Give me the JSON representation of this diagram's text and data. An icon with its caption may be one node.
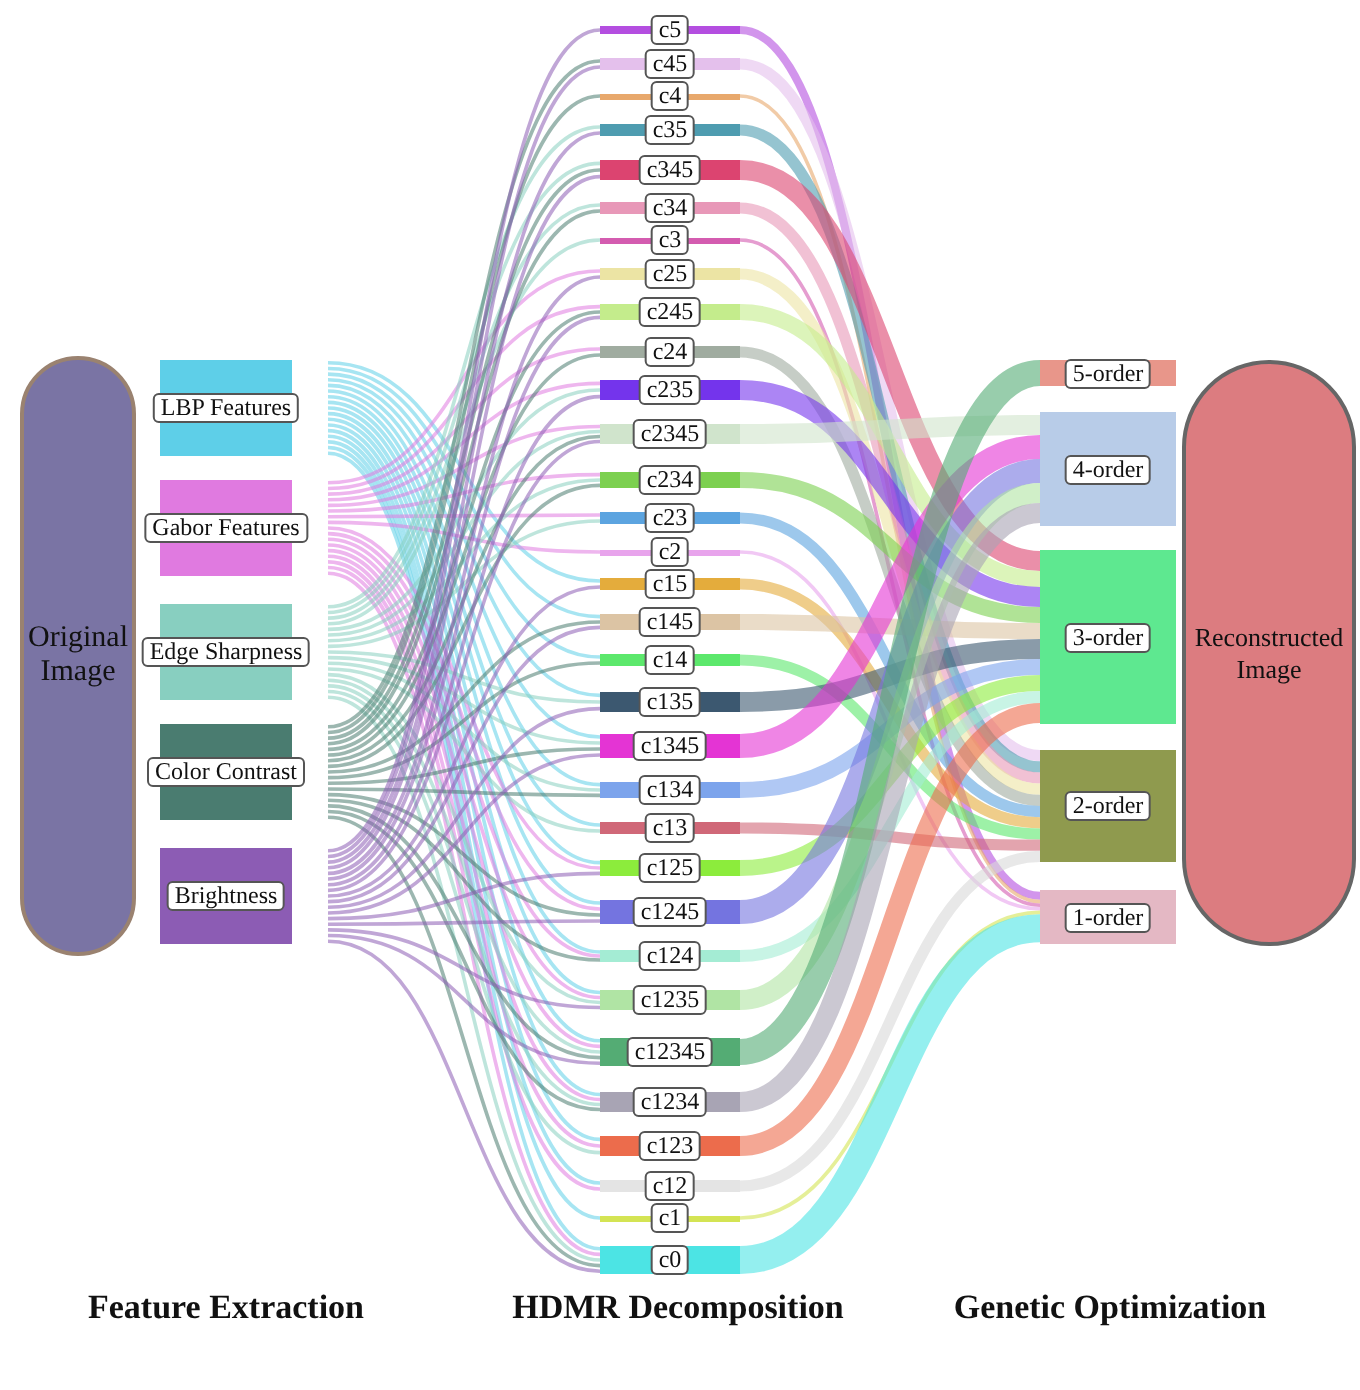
{
  "diagram": {
    "nodes": [
      {
        "text": [
          "Original Image"
        ]
      },
      {
        "text": [
          "LBP Features"
        ]
      },
      {
        "text": [
          "Gabor Features"
        ]
      },
      {
        "text": [
          "Edge Sharpness"
        ]
      },
      {
        "text": [
          "Color Contrast"
        ]
      },
      {
        "text": [
          "Brightness"
        ]
      },
      {
        "text": [
          "c5"
        ]
      },
      {
        "text": [
          "c45"
        ]
      },
      {
        "text": [
          "c4"
        ]
      },
      {
        "text": [
          "c35"
        ]
      },
      {
        "text": [
          "c345"
        ]
      },
      {
        "text": [
          "c34"
        ]
      },
      {
        "text": [
          "c3"
        ]
      },
      {
        "text": [
          "c25"
        ]
      },
      {
        "text": [
          "c245"
        ]
      },
      {
        "text": [
          "c24"
        ]
      },
      {
        "text": [
          "c235"
        ]
      },
      {
        "text": [
          "c2345"
        ]
      },
      {
        "text": [
          "c234"
        ]
      },
      {
        "text": [
          "c23"
        ]
      },
      {
        "text": [
          "c2"
        ]
      },
      {
        "text": [
          "c15"
        ]
      },
      {
        "text": [
          "c145"
        ]
      },
      {
        "text": [
          "c14"
        ]
      },
      {
        "text": [
          "c135"
        ]
      },
      {
        "text": [
          "c1345"
        ]
      },
      {
        "text": [
          "c134"
        ]
      },
      {
        "text": [
          "c13"
        ]
      },
      {
        "text": [
          "c125"
        ]
      },
      {
        "text": [
          "c1245"
        ]
      },
      {
        "text": [
          "c124"
        ]
      },
      {
        "text": [
          "c1235"
        ]
      },
      {
        "text": [
          "c12345"
        ]
      },
      {
        "text": [
          "c1234"
        ]
      },
      {
        "text": [
          "c123"
        ]
      },
      {
        "text": [
          "c12"
        ]
      },
      {
        "text": [
          "c1"
        ]
      },
      {
        "text": [
          "c0"
        ]
      },
      {
        "text": [
          "5-order"
        ]
      },
      {
        "text": [
          "4-order"
        ]
      },
      {
        "text": [
          "3-order"
        ]
      },
      {
        "text": [
          "2-order"
        ]
      },
      {
        "text": [
          "1-order"
        ]
      },
      {
        "text": [
          "Reconstructed Image"
        ]
      }
    ],
    "edges": [
      {
        "from": 1,
        "to": 21,
        "arrow": "none",
        "color": "#5ecfe8"
      },
      {
        "from": 1,
        "to": 22,
        "arrow": "none",
        "color": "#5ecfe8"
      },
      {
        "from": 1,
        "to": 23,
        "arrow": "none",
        "color": "#5ecfe8"
      },
      {
        "from": 1,
        "to": 24,
        "arrow": "none",
        "color": "#5ecfe8"
      },
      {
        "from": 1,
        "to": 25,
        "arrow": "none",
        "color": "#5ecfe8"
      },
      {
        "from": 1,
        "to": 26,
        "arrow": "none",
        "color": "#5ecfe8"
      },
      {
        "from": 1,
        "to": 27,
        "arrow": "none",
        "color": "#5ecfe8"
      },
      {
        "from": 1,
        "to": 28,
        "arrow": "none",
        "color": "#5ecfe8"
      },
      {
        "from": 1,
        "to": 29,
        "arrow": "none",
        "color": "#5ecfe8"
      },
      {
        "from": 1,
        "to": 30,
        "arrow": "none",
        "color": "#5ecfe8"
      },
      {
        "from": 1,
        "to": 31,
        "arrow": "none",
        "color": "#5ecfe8"
      },
      {
        "from": 1,
        "to": 32,
        "arrow": "none",
        "color": "#5ecfe8"
      },
      {
        "from": 1,
        "to": 33,
        "arrow": "none",
        "color": "#5ecfe8"
      },
      {
        "from": 1,
        "to": 34,
        "arrow": "none",
        "color": "#5ecfe8"
      },
      {
        "from": 1,
        "to": 35,
        "arrow": "none",
        "color": "#5ecfe8"
      },
      {
        "from": 1,
        "to": 36,
        "arrow": "none",
        "color": "#5ecfe8"
      },
      {
        "from": 1,
        "to": 37,
        "arrow": "none",
        "color": "#5ecfe8"
      },
      {
        "from": 2,
        "to": 13,
        "arrow": "none",
        "color": "#e07ae0"
      },
      {
        "from": 2,
        "to": 14,
        "arrow": "none",
        "color": "#e07ae0"
      },
      {
        "from": 2,
        "to": 15,
        "arrow": "none",
        "color": "#e07ae0"
      },
      {
        "from": 2,
        "to": 16,
        "arrow": "none",
        "color": "#e07ae0"
      },
      {
        "from": 2,
        "to": 17,
        "arrow": "none",
        "color": "#e07ae0"
      },
      {
        "from": 2,
        "to": 18,
        "arrow": "none",
        "color": "#e07ae0"
      },
      {
        "from": 2,
        "to": 19,
        "arrow": "none",
        "color": "#e07ae0"
      },
      {
        "from": 2,
        "to": 20,
        "arrow": "none",
        "color": "#e07ae0"
      },
      {
        "from": 2,
        "to": 28,
        "arrow": "none",
        "color": "#e07ae0"
      },
      {
        "from": 2,
        "to": 29,
        "arrow": "none",
        "color": "#e07ae0"
      },
      {
        "from": 2,
        "to": 30,
        "arrow": "none",
        "color": "#e07ae0"
      },
      {
        "from": 2,
        "to": 31,
        "arrow": "none",
        "color": "#e07ae0"
      },
      {
        "from": 2,
        "to": 32,
        "arrow": "none",
        "color": "#e07ae0"
      },
      {
        "from": 2,
        "to": 33,
        "arrow": "none",
        "color": "#e07ae0"
      },
      {
        "from": 2,
        "to": 34,
        "arrow": "none",
        "color": "#e07ae0"
      },
      {
        "from": 2,
        "to": 35,
        "arrow": "none",
        "color": "#e07ae0"
      },
      {
        "from": 2,
        "to": 37,
        "arrow": "none",
        "color": "#e07ae0"
      },
      {
        "from": 3,
        "to": 9,
        "arrow": "none",
        "color": "#88cfc0"
      },
      {
        "from": 3,
        "to": 10,
        "arrow": "none",
        "color": "#88cfc0"
      },
      {
        "from": 3,
        "to": 11,
        "arrow": "none",
        "color": "#88cfc0"
      },
      {
        "from": 3,
        "to": 12,
        "arrow": "none",
        "color": "#88cfc0"
      },
      {
        "from": 3,
        "to": 16,
        "arrow": "none",
        "color": "#88cfc0"
      },
      {
        "from": 3,
        "to": 17,
        "arrow": "none",
        "color": "#88cfc0"
      },
      {
        "from": 3,
        "to": 18,
        "arrow": "none",
        "color": "#88cfc0"
      },
      {
        "from": 3,
        "to": 19,
        "arrow": "none",
        "color": "#88cfc0"
      },
      {
        "from": 3,
        "to": 24,
        "arrow": "none",
        "color": "#88cfc0"
      },
      {
        "from": 3,
        "to": 25,
        "arrow": "none",
        "color": "#88cfc0"
      },
      {
        "from": 3,
        "to": 26,
        "arrow": "none",
        "color": "#88cfc0"
      },
      {
        "from": 3,
        "to": 27,
        "arrow": "none",
        "color": "#88cfc0"
      },
      {
        "from": 3,
        "to": 31,
        "arrow": "none",
        "color": "#88cfc0"
      },
      {
        "from": 3,
        "to": 32,
        "arrow": "none",
        "color": "#88cfc0"
      },
      {
        "from": 3,
        "to": 33,
        "arrow": "none",
        "color": "#88cfc0"
      },
      {
        "from": 3,
        "to": 34,
        "arrow": "none",
        "color": "#88cfc0"
      },
      {
        "from": 3,
        "to": 37,
        "arrow": "none",
        "color": "#88cfc0"
      },
      {
        "from": 4,
        "to": 7,
        "arrow": "none",
        "color": "#4a7c70"
      },
      {
        "from": 4,
        "to": 8,
        "arrow": "none",
        "color": "#4a7c70"
      },
      {
        "from": 4,
        "to": 10,
        "arrow": "none",
        "color": "#4a7c70"
      },
      {
        "from": 4,
        "to": 11,
        "arrow": "none",
        "color": "#4a7c70"
      },
      {
        "from": 4,
        "to": 14,
        "arrow": "none",
        "color": "#4a7c70"
      },
      {
        "from": 4,
        "to": 15,
        "arrow": "none",
        "color": "#4a7c70"
      },
      {
        "from": 4,
        "to": 17,
        "arrow": "none",
        "color": "#4a7c70"
      },
      {
        "from": 4,
        "to": 18,
        "arrow": "none",
        "color": "#4a7c70"
      },
      {
        "from": 4,
        "to": 22,
        "arrow": "none",
        "color": "#4a7c70"
      },
      {
        "from": 4,
        "to": 23,
        "arrow": "none",
        "color": "#4a7c70"
      },
      {
        "from": 4,
        "to": 25,
        "arrow": "none",
        "color": "#4a7c70"
      },
      {
        "from": 4,
        "to": 26,
        "arrow": "none",
        "color": "#4a7c70"
      },
      {
        "from": 4,
        "to": 29,
        "arrow": "none",
        "color": "#4a7c70"
      },
      {
        "from": 4,
        "to": 30,
        "arrow": "none",
        "color": "#4a7c70"
      },
      {
        "from": 4,
        "to": 32,
        "arrow": "none",
        "color": "#4a7c70"
      },
      {
        "from": 4,
        "to": 33,
        "arrow": "none",
        "color": "#4a7c70"
      },
      {
        "from": 4,
        "to": 37,
        "arrow": "none",
        "color": "#4a7c70"
      },
      {
        "from": 5,
        "to": 6,
        "arrow": "none",
        "color": "#8c5cb4"
      },
      {
        "from": 5,
        "to": 7,
        "arrow": "none",
        "color": "#8c5cb4"
      },
      {
        "from": 5,
        "to": 9,
        "arrow": "none",
        "color": "#8c5cb4"
      },
      {
        "from": 5,
        "to": 10,
        "arrow": "none",
        "color": "#8c5cb4"
      },
      {
        "from": 5,
        "to": 13,
        "arrow": "none",
        "color": "#8c5cb4"
      },
      {
        "from": 5,
        "to": 14,
        "arrow": "none",
        "color": "#8c5cb4"
      },
      {
        "from": 5,
        "to": 16,
        "arrow": "none",
        "color": "#8c5cb4"
      },
      {
        "from": 5,
        "to": 17,
        "arrow": "none",
        "color": "#8c5cb4"
      },
      {
        "from": 5,
        "to": 21,
        "arrow": "none",
        "color": "#8c5cb4"
      },
      {
        "from": 5,
        "to": 22,
        "arrow": "none",
        "color": "#8c5cb4"
      },
      {
        "from": 5,
        "to": 24,
        "arrow": "none",
        "color": "#8c5cb4"
      },
      {
        "from": 5,
        "to": 25,
        "arrow": "none",
        "color": "#8c5cb4"
      },
      {
        "from": 5,
        "to": 28,
        "arrow": "none",
        "color": "#8c5cb4"
      },
      {
        "from": 5,
        "to": 29,
        "arrow": "none",
        "color": "#8c5cb4"
      },
      {
        "from": 5,
        "to": 31,
        "arrow": "none",
        "color": "#8c5cb4"
      },
      {
        "from": 5,
        "to": 32,
        "arrow": "none",
        "color": "#8c5cb4"
      },
      {
        "from": 5,
        "to": 37,
        "arrow": "none",
        "color": "#8c5cb4"
      },
      {
        "from": 6,
        "to": 42,
        "arrow": "none",
        "style": "thick",
        "color": "#b44ee0"
      },
      {
        "from": 7,
        "to": 41,
        "arrow": "none",
        "style": "thick",
        "color": "#e4c0ec"
      },
      {
        "from": 8,
        "to": 42,
        "arrow": "none",
        "color": "#e8a86c"
      },
      {
        "from": 9,
        "to": 41,
        "arrow": "none",
        "style": "thick",
        "color": "#4e9cb0"
      },
      {
        "from": 10,
        "to": 40,
        "arrow": "none",
        "style": "thick",
        "color": "#dc4470"
      },
      {
        "from": 11,
        "to": 41,
        "arrow": "none",
        "style": "thick",
        "color": "#e898b8"
      },
      {
        "from": 12,
        "to": 42,
        "arrow": "none",
        "color": "#d45cb0"
      },
      {
        "from": 13,
        "to": 41,
        "arrow": "none",
        "style": "thick",
        "color": "#ece4a4"
      },
      {
        "from": 14,
        "to": 40,
        "arrow": "none",
        "style": "thick",
        "color": "#c4ec8c"
      },
      {
        "from": 15,
        "to": 41,
        "arrow": "none",
        "style": "thick",
        "color": "#a0aca0"
      },
      {
        "from": 16,
        "to": 40,
        "arrow": "none",
        "style": "thick",
        "color": "#7434ec"
      },
      {
        "from": 17,
        "to": 39,
        "arrow": "none",
        "style": "thick",
        "color": "#d0e4cc"
      },
      {
        "from": 18,
        "to": 40,
        "arrow": "none",
        "style": "thick",
        "color": "#7cd050"
      },
      {
        "from": 19,
        "to": 41,
        "arrow": "none",
        "style": "thick",
        "color": "#5ca4e0"
      },
      {
        "from": 20,
        "to": 42,
        "arrow": "none",
        "color": "#e8a4ec"
      },
      {
        "from": 21,
        "to": 41,
        "arrow": "none",
        "style": "thick",
        "color": "#e4ac3c"
      },
      {
        "from": 22,
        "to": 40,
        "arrow": "none",
        "style": "thick",
        "color": "#dcc4a4"
      },
      {
        "from": 23,
        "to": 41,
        "arrow": "none",
        "style": "thick",
        "color": "#5ce86c"
      },
      {
        "from": 24,
        "to": 40,
        "arrow": "none",
        "style": "thick",
        "color": "#3c5870"
      },
      {
        "from": 25,
        "to": 39,
        "arrow": "none",
        "style": "thick",
        "color": "#e434d4"
      },
      {
        "from": 26,
        "to": 40,
        "arrow": "none",
        "style": "thick",
        "color": "#7ca4ec"
      },
      {
        "from": 27,
        "to": 41,
        "arrow": "none",
        "style": "thick",
        "color": "#d06878"
      },
      {
        "from": 28,
        "to": 40,
        "arrow": "none",
        "style": "thick",
        "color": "#8cec3c"
      },
      {
        "from": 29,
        "to": 39,
        "arrow": "none",
        "style": "thick",
        "color": "#7474e0"
      },
      {
        "from": 30,
        "to": 40,
        "arrow": "none",
        "style": "thick",
        "color": "#a4ecd4"
      },
      {
        "from": 31,
        "to": 39,
        "arrow": "none",
        "style": "thick",
        "color": "#b0e4a4"
      },
      {
        "from": 32,
        "to": 38,
        "arrow": "none",
        "style": "thick",
        "color": "#54ac74"
      },
      {
        "from": 33,
        "to": 39,
        "arrow": "none",
        "style": "thick",
        "color": "#a8a4b4"
      },
      {
        "from": 34,
        "to": 40,
        "arrow": "none",
        "style": "thick",
        "color": "#ec6c4c"
      },
      {
        "from": 35,
        "to": 41,
        "arrow": "none",
        "style": "thick",
        "color": "#d8d8d8"
      },
      {
        "from": 36,
        "to": 42,
        "arrow": "none",
        "color": "#d4e454"
      },
      {
        "from": 37,
        "to": 42,
        "arrow": "none",
        "style": "thick",
        "color": "#4ce4e4"
      }
    ],
    "labels": [
      "Feature Extraction",
      "HDMR Decomposition",
      "Genetic Optimization"
    ]
  }
}
